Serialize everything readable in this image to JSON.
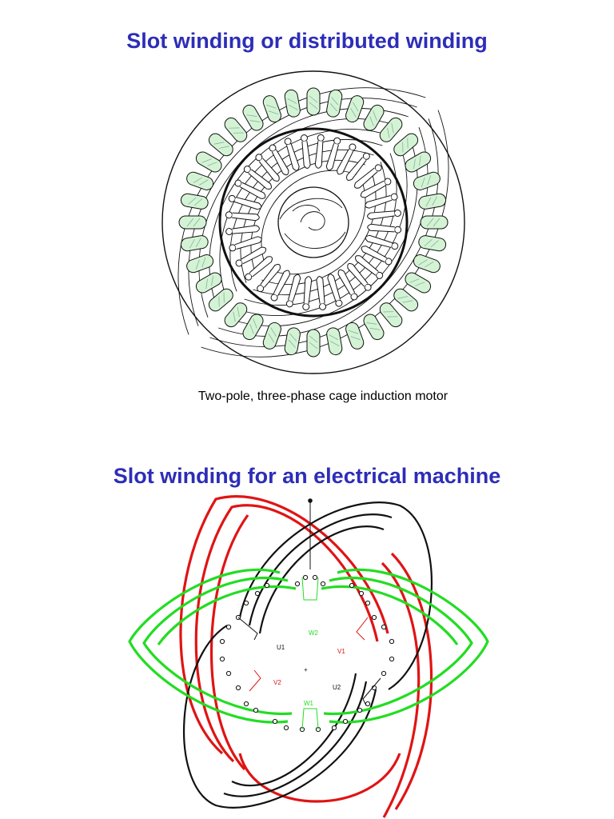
{
  "section1": {
    "title": "Slot winding or distributed winding",
    "caption": "Two-pole, three-phase cage induction motor"
  },
  "section2": {
    "title": "Slot winding for an electrical machine",
    "labels": {
      "u1": "U1",
      "u2": "U2",
      "v1": "V1",
      "v2": "V2",
      "w1": "W1",
      "w2": "W2",
      "center": "+"
    }
  },
  "colors": {
    "title": "#2d2db8",
    "phase_u": "#111111",
    "phase_v": "#e01414",
    "phase_w": "#22dd22",
    "slot_fill": "#d4f3d4"
  }
}
